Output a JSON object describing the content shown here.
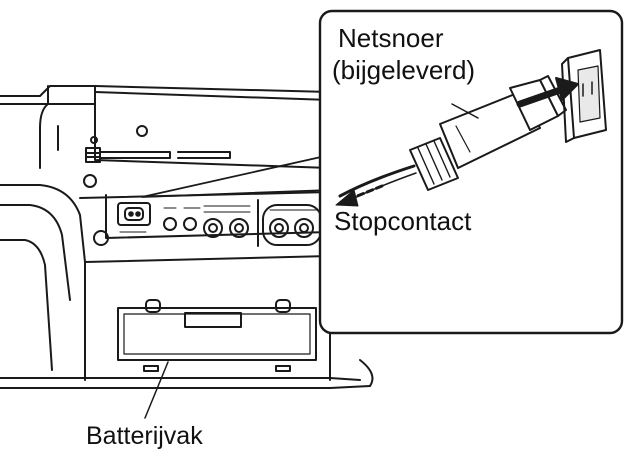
{
  "labels": {
    "power_cord_line1": "Netsnoer",
    "power_cord_line2": "(bijgeleverd)",
    "wall_outlet": "Stopcontact",
    "battery_compartment": "Batterijvak"
  },
  "colors": {
    "line": "#1a1a1a",
    "fill_light": "#ffffff",
    "fill_gray": "#d8d8d8",
    "fill_dark": "#555555"
  },
  "icons": {
    "plug": "ac-power-plug-icon",
    "outlet": "wall-socket-icon",
    "arrow": "insertion-arrow-icon"
  }
}
